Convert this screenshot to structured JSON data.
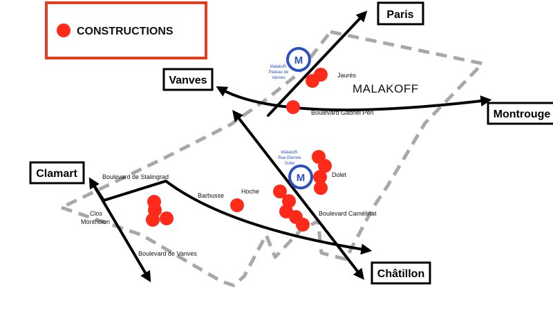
{
  "legend": {
    "label": "CONSTRUCTIONS",
    "marker_color": "#ff2a1a",
    "border_color": "#e53c20"
  },
  "town": {
    "name": "MALAKOFF"
  },
  "cities": {
    "paris": "Paris",
    "vanves": "Vanves",
    "montrouge": "Montrouge",
    "clamart": "Clamart",
    "chatillon": "Châtillon"
  },
  "streets": {
    "jaures": "Jaurès",
    "gabriel_peri": "Boulevard Gabriel Peri",
    "stalingrad": "Boulevard de Stalingrad",
    "barbusse": "Barbusse",
    "hoche": "Hoche",
    "dolet": "Dolet",
    "camelinat": "Boulevard Camélinat",
    "clos_montholon_1": "Clos",
    "clos_montholon_2": "Montholon",
    "bd_vanves": "Boulevard de Vanves"
  },
  "metro_stations": {
    "symbol": "M",
    "color": "#2a52be",
    "plateau": [
      "Malakoff-",
      "Plateau de",
      "Vanves"
    ],
    "etienne_dolet": [
      "Malakoff-",
      "Rue Etienne",
      "Dolet"
    ]
  },
  "colors": {
    "boundary": "#a8a8a8",
    "arrow": "#000000",
    "construction": "#ff2a1a"
  }
}
